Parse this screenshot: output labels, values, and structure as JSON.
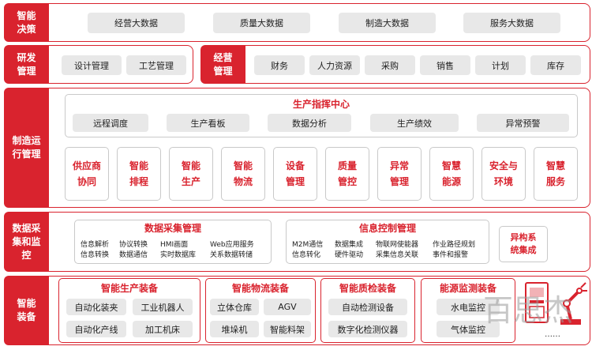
{
  "decision": {
    "label": "智能\n决策",
    "items": [
      "经营大数据",
      "质量大数据",
      "制造大数据",
      "服务大数据"
    ]
  },
  "rd": {
    "label": "研发\n管理",
    "items": [
      "设计管理",
      "工艺管理"
    ]
  },
  "business": {
    "label": "经营\n管理",
    "items": [
      "财务",
      "人力资源",
      "采购",
      "销售",
      "计划",
      "库存"
    ]
  },
  "mfg": {
    "label": "制造运\n行管理",
    "command_center": {
      "title": "生产指挥中心",
      "items": [
        "远程调度",
        "生产看板",
        "数据分析",
        "生产绩效",
        "异常预警"
      ]
    },
    "modules": [
      "供应商\n协同",
      "智能\n排程",
      "智能\n生产",
      "智能\n物流",
      "设备\n管理",
      "质量\n管控",
      "异常\n管理",
      "智慧\n能源",
      "安全与\n环境",
      "智慧\n服务"
    ]
  },
  "data": {
    "label": "数据采\n集和监\n控",
    "collection": {
      "title": "数据采集管理",
      "cols": [
        [
          "信息解析",
          "信息转换"
        ],
        [
          "协议转换",
          "数据通信"
        ],
        [
          "HMI画面",
          "实时数据库"
        ],
        [
          "Web应用服务",
          "关系数据转储"
        ]
      ]
    },
    "control": {
      "title": "信息控制管理",
      "cols": [
        [
          "M2M通信",
          "信息转化"
        ],
        [
          "数据集成",
          "硬件驱动"
        ],
        [
          "物联网使能器",
          "采集信息关联"
        ],
        [
          "作业路径规划",
          "事件和报警"
        ]
      ]
    },
    "heterogeneous": "异构系\n统集成"
  },
  "equipment": {
    "label": "智能\n装备",
    "groups": [
      {
        "title": "智能生产装备",
        "items": [
          "自动化装夹",
          "工业机器人",
          "自动化产线",
          "加工机床"
        ]
      },
      {
        "title": "智能物流装备",
        "items": [
          "立体仓库",
          "AGV",
          "堆垛机",
          "智能料架"
        ]
      },
      {
        "title": "智能质检装备",
        "items": [
          "自动检测设备",
          "数字化检测仪器"
        ]
      },
      {
        "title": "能源监测装备",
        "items": [
          "水电监控",
          "气体监控"
        ]
      }
    ],
    "more": "……",
    "watermark": "百思杰"
  }
}
